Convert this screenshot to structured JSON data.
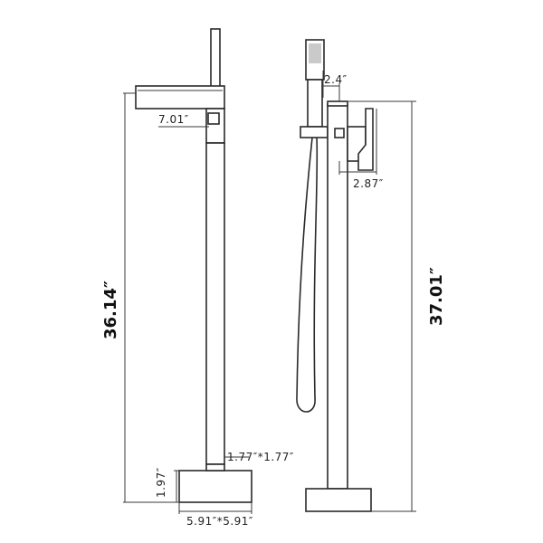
{
  "dimensions": {
    "spout_projection": "7.01″",
    "total_height_left": "36.14″",
    "pipe_section": "1.77″*1.77″",
    "base_height": "1.97″",
    "base_size": "5.91″*5.91″",
    "handshower_offset": "2.4″",
    "handle_depth": "2.87″",
    "total_height_right": "37.01″"
  }
}
